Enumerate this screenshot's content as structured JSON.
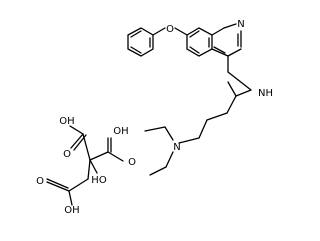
{
  "colors": {
    "background": "#ffffff",
    "bonds": "#000000",
    "atoms": "#000000"
  },
  "atoms": {
    "ether_oxygen": "O",
    "quinoline_nitrogen": "N",
    "amine_nh": "NH",
    "tertiary_amine_n": "N",
    "acid1_oh": "OH",
    "acid1_o": "O",
    "acid2_oh": "OH",
    "acid2_o": "O",
    "center_oh": "HO",
    "acid3_o": "O",
    "acid3_oh": "OH"
  }
}
